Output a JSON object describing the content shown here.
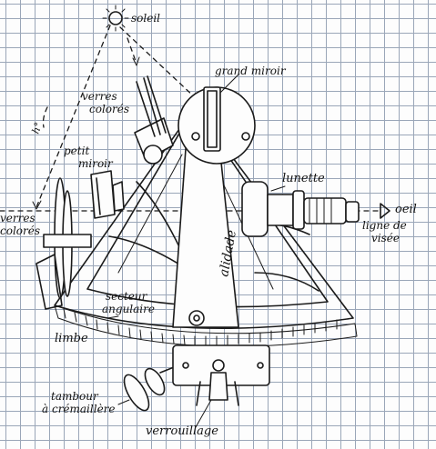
{
  "labels": {
    "soleil": "soleil",
    "grand_miroir": "grand miroir",
    "verres_colores_top": [
      "verres",
      "colorés"
    ],
    "petit_miroir": [
      "petit",
      "miroir"
    ],
    "lunette": "lunette",
    "oeil": "oeil",
    "ligne_de_visee": [
      "ligne de",
      "visée"
    ],
    "verres_colores_left": [
      "verres",
      "colorés"
    ],
    "alidade": "alidade",
    "secteur_angulaire": [
      "secteur",
      "angulaire"
    ],
    "limbe": "limbe",
    "tambour": [
      "tambour",
      "à crémaillère"
    ],
    "verrouillage": "verrouillage",
    "angle_mark": "h°"
  }
}
